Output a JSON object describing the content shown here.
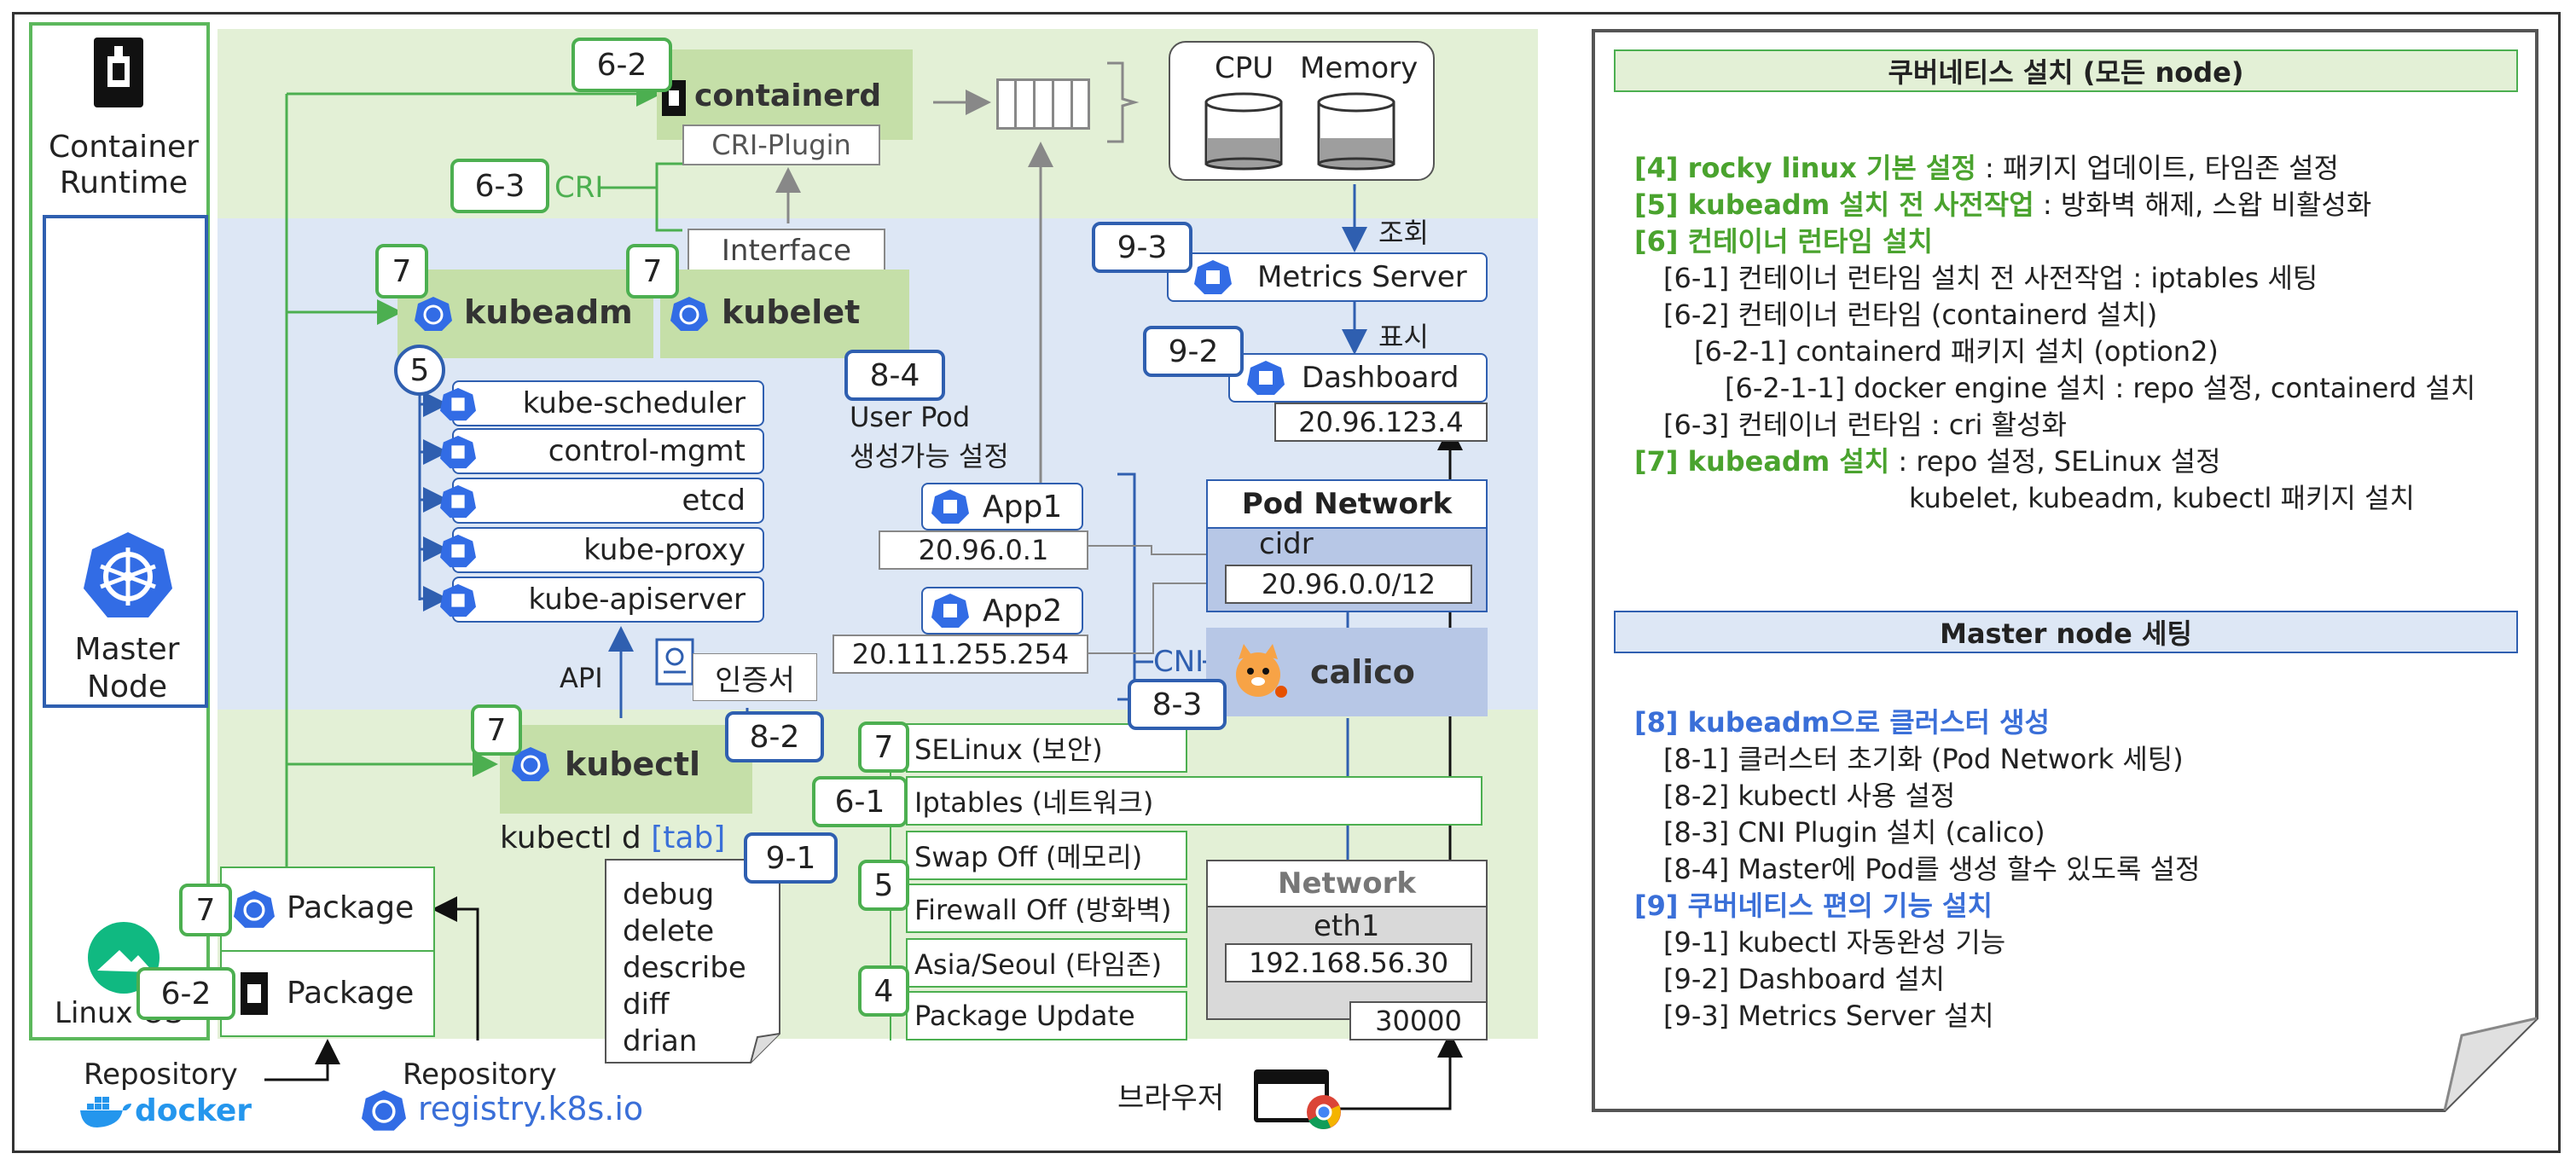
{
  "colors": {
    "green_bg": "#e3f0d6",
    "blue_bg": "#dde7f5",
    "green_box": "#c5dfa8",
    "blue_box": "#b7c7e6",
    "green": "#4caf50",
    "blue": "#2f5fb0",
    "gray_bg": "#d9d9d9"
  },
  "left": {
    "container_runtime": "Container\nRuntime",
    "master_node": "Master\nNode",
    "linux_os": "Linux OS"
  },
  "top": {
    "containerd": "containerd",
    "cri_plugin": "CRI-Plugin",
    "cri": "CRI",
    "interface": "Interface",
    "cpu": "CPU",
    "memory": "Memory"
  },
  "middle": {
    "kubeadm": "kubeadm",
    "kubelet": "kubelet",
    "components": [
      "kube-scheduler",
      "control-mgmt",
      "etcd",
      "kube-proxy",
      "kube-apiserver"
    ],
    "user_pod_1": "User Pod",
    "user_pod_2": "생성가능 설정",
    "app1": "App1",
    "app1_ip": "20.96.0.1",
    "app2": "App2",
    "app2_ip": "20.111.255.254",
    "cni": "CNI",
    "api": "API",
    "cert": "인증서",
    "metrics_server": "Metrics Server",
    "dashboard": "Dashboard",
    "dashboard_ip": "20.96.123.4",
    "lookup": "조회",
    "display": "표시",
    "pod_network": "Pod Network",
    "cidr": "cidr",
    "cidr_value": "20.96.0.0/12",
    "calico": "calico"
  },
  "bottom": {
    "kubectl": "kubectl",
    "kubectl_cmd": "kubectl d ",
    "tab": "[tab]",
    "commands": [
      "debug",
      "delete",
      "describe",
      "diff",
      "drian"
    ],
    "settings": [
      "SELinux (보안)",
      "Iptables (네트워크)",
      "Swap Off (메모리)",
      "Firewall Off (방화벽)",
      "Asia/Seoul (타임존)",
      "Package Update"
    ],
    "network": "Network",
    "eth1": "eth1",
    "eth1_ip": "192.168.56.30",
    "port": "30000",
    "browser": "브라우저",
    "package": "Package",
    "repository": "Repository",
    "docker": "docker",
    "registry": "registry.k8s.io"
  },
  "tags": {
    "t62a": "6-2",
    "t63": "6-3",
    "t7a": "7",
    "t7b": "7",
    "t5a": "5",
    "t84": "8-4",
    "t93": "9-3",
    "t92": "9-2",
    "t7c": "7",
    "t82": "8-2",
    "t83": "8-3",
    "t7d": "7",
    "t61": "6-1",
    "t91": "9-1",
    "t5b": "5",
    "t4": "4",
    "t7e": "7",
    "t62b": "6-2"
  },
  "right": {
    "title1": "쿠버네티스 설치 (모든 node)",
    "title2": "Master node 세팅",
    "section1": [
      {
        "head": "[4] rocky linux 기본 설정",
        "rest": " : 패키지 업데이트, 타임존 설정",
        "indent": 0
      },
      {
        "head": "[5] kubeadm 설치 전 사전작업",
        "rest": " : 방화벽 해제, 스왑 비활성화",
        "indent": 0
      },
      {
        "head": "[6] 컨테이너 런타임 설치",
        "rest": "",
        "indent": 0
      },
      {
        "head": "",
        "rest": "[6-1] 컨테이너 런타임 설치 전 사전작업 : iptables 세팅",
        "indent": 1
      },
      {
        "head": "",
        "rest": "[6-2] 컨테이너 런타임 (containerd 설치)",
        "indent": 1
      },
      {
        "head": "",
        "rest": "[6-2-1] containerd 패키지 설치 (option2)",
        "indent": 2
      },
      {
        "head": "",
        "rest": "[6-2-1-1] docker engine 설치 : repo 설정, containerd 설치",
        "indent": 3
      },
      {
        "head": "",
        "rest": "[6-3] 컨테이너 런타임 : cri 활성화",
        "indent": 1
      },
      {
        "head": "[7] kubeadm 설치",
        "rest": " : repo 설정, SELinux 설정",
        "indent": 0
      },
      {
        "head": "",
        "rest": "kubelet, kubeadm, kubectl 패키지 설치",
        "indent": 4
      }
    ],
    "section2": [
      {
        "head": "[8] kubeadm으로 클러스터 생성",
        "rest": "",
        "indent": 0
      },
      {
        "head": "",
        "rest": "[8-1] 클러스터 초기화 (Pod Network 세팅)",
        "indent": 1
      },
      {
        "head": "",
        "rest": "[8-2] kubectl 사용 설정",
        "indent": 1
      },
      {
        "head": "",
        "rest": "[8-3] CNI Plugin 설치 (calico)",
        "indent": 1
      },
      {
        "head": "",
        "rest": "[8-4] Master에 Pod를 생성 할수 있도록 설정",
        "indent": 1
      },
      {
        "head": "[9] 쿠버네티스 편의 기능 설치",
        "rest": "",
        "indent": 0
      },
      {
        "head": "",
        "rest": "[9-1] kubectl 자동완성 기능",
        "indent": 1
      },
      {
        "head": "",
        "rest": "[9-2] Dashboard 설치",
        "indent": 1
      },
      {
        "head": "",
        "rest": "[9-3] Metrics Server 설치",
        "indent": 1
      }
    ]
  }
}
